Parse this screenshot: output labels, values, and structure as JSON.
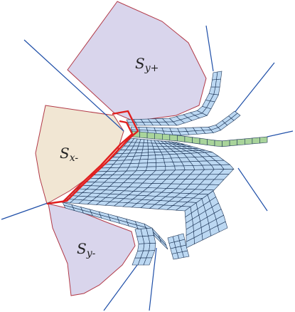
{
  "colors": {
    "sy_fill": "#d9d5ec",
    "sy_stroke": "#b23a48",
    "sx_fill": "#f1e6d3",
    "sx_stroke": "#b23a48",
    "mesh_fill": "#bcd8f2",
    "mesh_stroke": "#1d3557",
    "green_fill": "#a9d49b",
    "red_boundary": "#e01e1e",
    "lines": "#1f4fa8"
  },
  "labels": {
    "sy_plus": {
      "main": "S",
      "sub": "y+"
    },
    "sx_minus": {
      "main": "S",
      "sub": "x-"
    },
    "sy_minus": {
      "main": "S",
      "sub": "y-"
    }
  }
}
